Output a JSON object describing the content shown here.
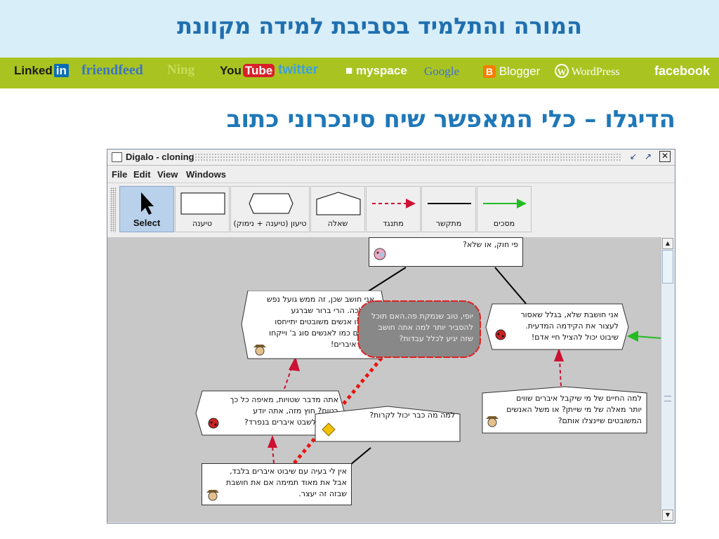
{
  "slide": {
    "title": "המורה והתלמיד בסביבת למידה מקוונת",
    "subtitle": "הדיגלו – כלי המאפשר שיח סינכרוני כתוב",
    "logos": [
      {
        "name": "linkedin",
        "text": "Linked",
        "badge": "in",
        "color": "#1a1a1a"
      },
      {
        "name": "friendfeed",
        "text": "friendfeed",
        "color": "#3a74c4"
      },
      {
        "name": "ning",
        "text": "Ning",
        "color": "#c6dc5a"
      },
      {
        "name": "youtube",
        "text": "You",
        "badge": "Tube",
        "color": "#1a1a1a"
      },
      {
        "name": "twitter",
        "text": "twitter",
        "color": "#3aa0e0"
      },
      {
        "name": "myspace",
        "text": "myspace",
        "color": "#ffffff"
      },
      {
        "name": "google",
        "text": "Google",
        "color": "#3b6fd8"
      },
      {
        "name": "blogger",
        "text": "Blogger",
        "color": "#ffffff"
      },
      {
        "name": "wordpress",
        "text": "WordPress",
        "color": "#ffffff"
      },
      {
        "name": "facebook",
        "text": "facebook",
        "color": "#ffffff"
      }
    ]
  },
  "window": {
    "title": "Digalo - cloning",
    "menu": [
      "File",
      "Edit",
      "View",
      "Windows"
    ],
    "tools": [
      {
        "label": "Select",
        "icon": "pointer-icon",
        "selected": true
      },
      {
        "label": "טיענה",
        "icon": "rectangle-shape-icon"
      },
      {
        "label": "טיעון (טיענה + נימוק)",
        "icon": "hexagon-shape-icon"
      },
      {
        "label": "שאלה",
        "icon": "pentagon-shape-icon"
      },
      {
        "label": "מתנגד",
        "icon": "dashed-red-arrow-icon"
      },
      {
        "label": "מתקשר",
        "icon": "black-line-icon"
      },
      {
        "label": "מסכים",
        "icon": "green-arrow-icon"
      }
    ]
  },
  "nodes": [
    {
      "id": "top",
      "text": "פי חוק, או שלא?",
      "shape": "rectangle",
      "avatar": "pig-avatar-icon"
    },
    {
      "id": "left-hex",
      "text": "אני חושב שכן, זה ממש גועל נפש\nלהילכה. הרי ברור שברגע\nשייצרו אנשים משובטים יתייחסו\nאליהם כמו לאנשים סוג ב' וייקחו\nמהם איברים!",
      "shape": "hexagon",
      "avatar": "cowboy-avatar-icon"
    },
    {
      "id": "cloud",
      "text": "יופי, טוב שנמקת פה.האם תוכל\nלהסביר יותר למה אתה חושב\nשזה יגיע לכלל עבדות?",
      "shape": "cloud",
      "avatar": ""
    },
    {
      "id": "right-hex",
      "text": "אני חושבת שלא, בגלל שאסור\nלעצור את הקידמה המדעית.\nשיבוט יכול להציל חיי אדם!",
      "shape": "hexagon",
      "avatar": "ladybug-avatar-icon"
    },
    {
      "id": "mid-left",
      "text": "אתה מדבר שטויות, מאיפה כל כך\nבטוח? חוץ מזה, אתה יודע\nאפשר לשבט איברים בנפרד?",
      "shape": "hexagon",
      "avatar": "ladybug-avatar-icon"
    },
    {
      "id": "question",
      "text": "למה מה כבר יכול לקרות?",
      "shape": "pentagon",
      "avatar": "diamond-avatar-icon"
    },
    {
      "id": "right-lower",
      "text": "למה החיים של מי שיקבל איברים שווים\nיותר מאלה של מי שייתן? או משל האנשים\nהמשובטים שיינצלו אותם?",
      "shape": "pentagon",
      "avatar": "cowboy-avatar-icon"
    },
    {
      "id": "bottom",
      "text": "אין לי בעיה עם שיבוט איברים בלבד,\nאבל את מאוד תמימה אם את חושבת\nשבזה זה יעצר.",
      "shape": "rectangle",
      "avatar": "cowboy-avatar-icon"
    }
  ],
  "colors": {
    "title": "#1f6fb0",
    "subtitle": "#1f78b8",
    "logo_band": "#a9c420",
    "oppose": "#cc1133",
    "agree": "#22bb22",
    "cloud_fill": "#888888",
    "cloud_border": "#dd2222"
  }
}
